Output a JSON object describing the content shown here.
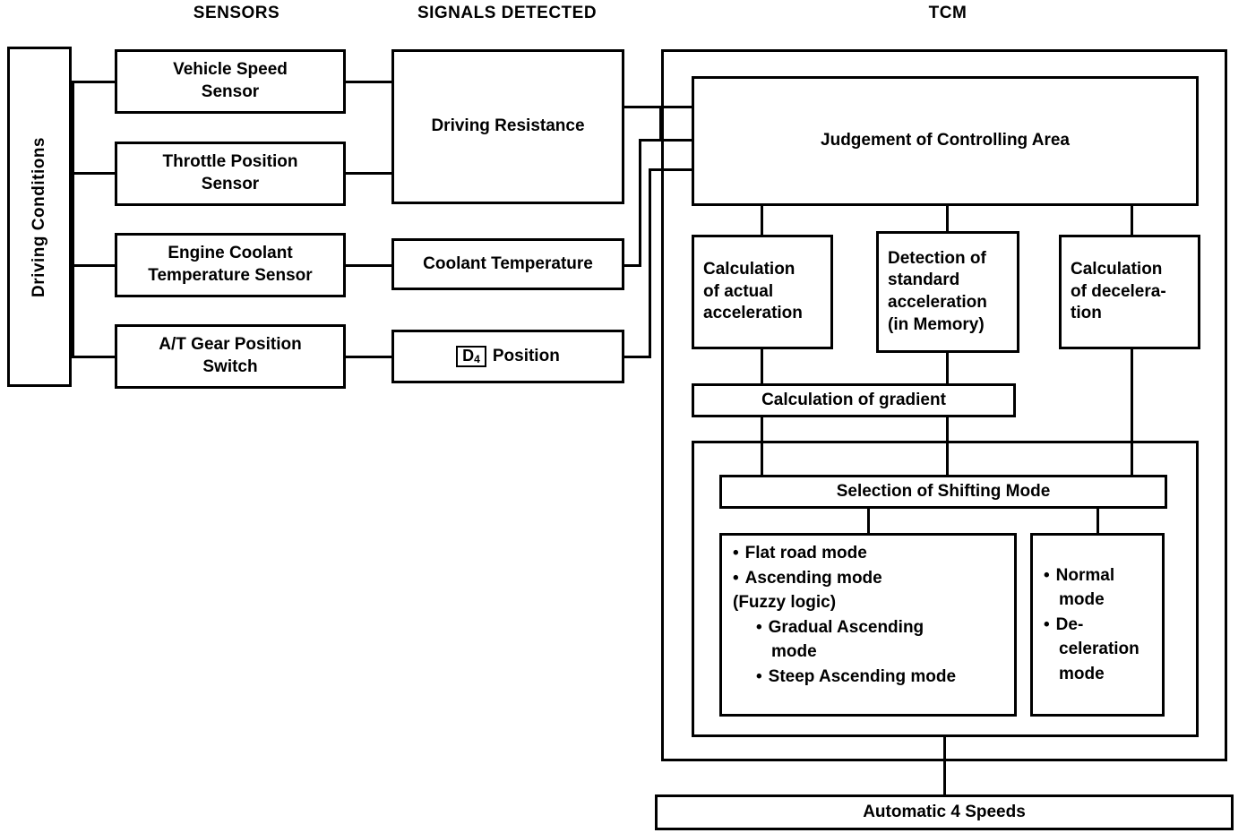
{
  "headers": {
    "sensors": "SENSORS",
    "signals": "SIGNALS DETECTED",
    "tcm": "TCM"
  },
  "driving_conditions": {
    "label": "Driving Conditions"
  },
  "sensors": [
    {
      "label": "Vehicle Speed\nSensor"
    },
    {
      "label": "Throttle Position\nSensor"
    },
    {
      "label": "Engine Coolant\nTemperature Sensor"
    },
    {
      "label": "A/T Gear Position\nSwitch"
    }
  ],
  "signals": [
    {
      "label": "Driving Resistance"
    },
    {
      "label": "Coolant Temperature"
    },
    {
      "label": "D4 Position",
      "badge": "D",
      "badge_sub": "4",
      "suffix": "Position"
    }
  ],
  "tcm": {
    "judgement": "Judgement of Controlling Area",
    "calc_actual": "Calculation\nof actual\nacceleration",
    "detect_standard": "Detection of\nstandard\nacceleration\n(in Memory)",
    "calc_decel": "Calculation\nof decelera-\ntion",
    "calc_gradient": "Calculation of gradient",
    "selection": "Selection of Shifting Mode",
    "modes_left": [
      {
        "text": "Flat road mode",
        "level": 1,
        "bullet": "•"
      },
      {
        "text": "Ascending mode",
        "level": 1,
        "bullet": "•"
      },
      {
        "text": "(Fuzzy logic)",
        "level": 0,
        "bullet": ""
      },
      {
        "text": "Gradual Ascending",
        "level": 2,
        "bullet": "•"
      },
      {
        "text": "mode",
        "level": 3,
        "bullet": ""
      },
      {
        "text": "Steep Ascending mode",
        "level": 2,
        "bullet": "•"
      }
    ],
    "modes_right": [
      {
        "text": "Normal",
        "level": 1,
        "bullet": "•"
      },
      {
        "text": "mode",
        "level": 3,
        "bullet": ""
      },
      {
        "text": "De-",
        "level": 1,
        "bullet": "•"
      },
      {
        "text": "celeration",
        "level": 3,
        "bullet": ""
      },
      {
        "text": "mode",
        "level": 3,
        "bullet": ""
      }
    ]
  },
  "output": {
    "label": "Automatic 4 Speeds"
  },
  "colors": {
    "line": "#000000",
    "background": "#ffffff"
  }
}
